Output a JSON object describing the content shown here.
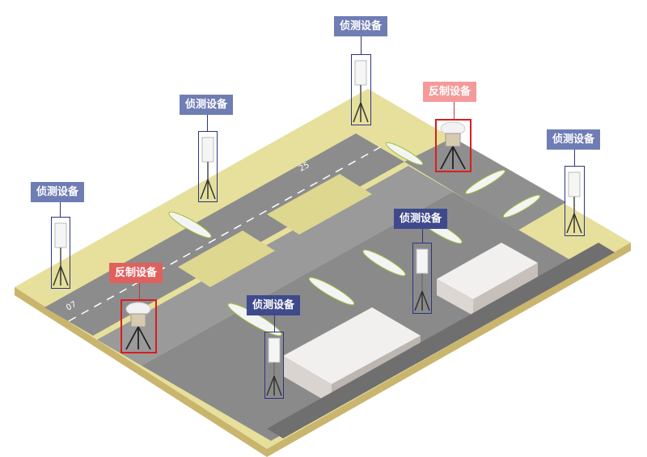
{
  "labels": {
    "detection": "侦测设备",
    "countermeasure": "反制设备"
  },
  "devices": [
    {
      "type": "detection",
      "label": "侦测设备"
    },
    {
      "type": "detection",
      "label": "侦测设备"
    },
    {
      "type": "detection",
      "label": "侦测设备"
    },
    {
      "type": "detection",
      "label": "侦测设备"
    },
    {
      "type": "detection",
      "label": "侦测设备"
    },
    {
      "type": "detection",
      "label": "侦测设备"
    },
    {
      "type": "countermeasure",
      "label": "反制设备"
    },
    {
      "type": "countermeasure",
      "label": "反制设备"
    }
  ],
  "runway_markings": [
    "25",
    "07"
  ],
  "colors": {
    "detection_label": "#6f7db5",
    "detection_label_dark": "#3e4a8c",
    "countermeasure_label": "#f49a9a",
    "countermeasure_label_strong": "#e0605e",
    "detection_box": "#2c3580",
    "countermeasure_box": "#d81e1e",
    "grass": "#e6e09c",
    "runway": "#8c8c8c"
  }
}
